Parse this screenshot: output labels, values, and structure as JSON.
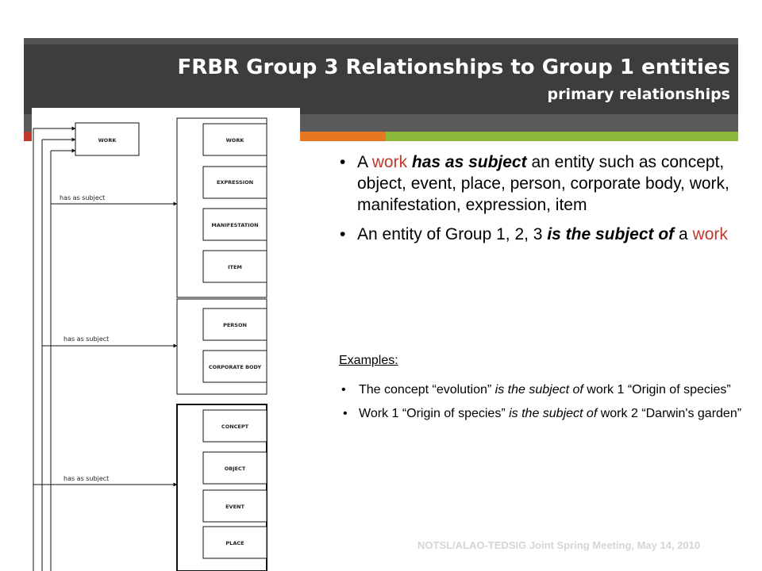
{
  "slide": {
    "title": "FRBR Group 3 Relationships to Group 1 entities",
    "subtitle": "primary relationships",
    "footer": "NOTSL/ALAO-TEDSIG Joint Spring Meeting, May 14, 2010",
    "accent_colors": {
      "red": "#c0392b",
      "orange": "#e87722",
      "green": "#8cb83b",
      "title_bg": "#3d3d3d"
    }
  },
  "diagram": {
    "left_box": "WORK",
    "group1_entities": [
      "WORK",
      "EXPRESSION",
      "MANIFESTATION",
      "ITEM"
    ],
    "group2_entities": [
      "PERSON",
      "CORPORATE BODY"
    ],
    "group3_entities": [
      "CONCEPT",
      "OBJECT",
      "EVENT",
      "PLACE"
    ],
    "relationship_labels": [
      "has as subject",
      "has as subject",
      "has as subject"
    ]
  },
  "content": {
    "bullet1": {
      "pre": "A ",
      "work": "work",
      "sp1": " ",
      "rel": "has as subject",
      "post": " an entity such as concept, object, event, place, person, corporate body, work, manifestation, expression, item"
    },
    "bullet2": {
      "pre": "An entity of Group 1, 2, 3 ",
      "rel": "is the subject of",
      "mid": " a ",
      "work": "work"
    },
    "examples_label": "Examples:",
    "example1": {
      "pre": "The concept “evolution” ",
      "rel": "is the subject of",
      "post": " work 1 “Origin of species”"
    },
    "example2": {
      "pre": "Work 1 “Origin of species” ",
      "rel": "is the subject of",
      "post": " work 2 “Darwin's garden”"
    }
  }
}
